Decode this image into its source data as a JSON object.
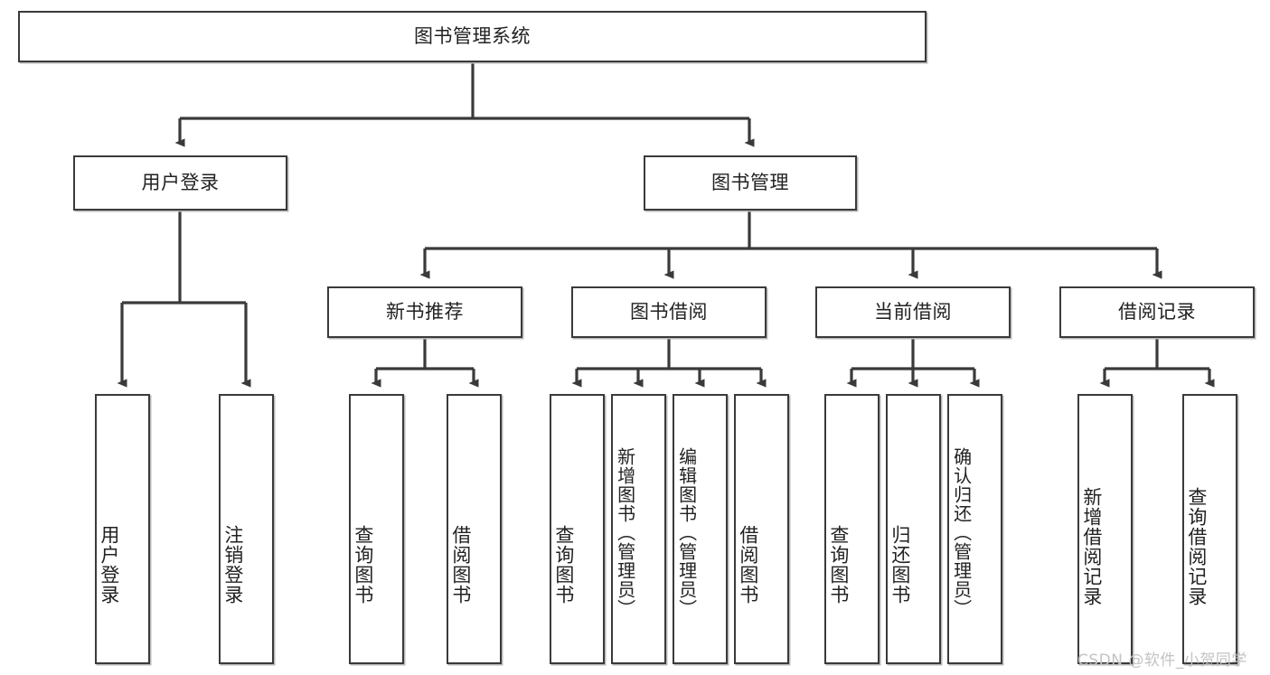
{
  "diagram": {
    "type": "tree-hierarchy",
    "title": "图书管理系统",
    "root": {
      "id": "root",
      "label": "图书管理系统",
      "shape": "rect-horizontal"
    },
    "level2": [
      {
        "id": "user-login",
        "label": "用户登录",
        "shape": "rect-horizontal"
      },
      {
        "id": "book-manage",
        "label": "图书管理",
        "shape": "rect-horizontal"
      }
    ],
    "level3": [
      {
        "id": "new-book-rec",
        "label": "新书推荐",
        "shape": "rect-horizontal",
        "parent": "book-manage"
      },
      {
        "id": "book-borrow",
        "label": "图书借阅",
        "shape": "rect-horizontal",
        "parent": "book-manage"
      },
      {
        "id": "current-borrow",
        "label": "当前借阅",
        "shape": "rect-horizontal",
        "parent": "book-manage"
      },
      {
        "id": "borrow-record",
        "label": "借阅记录",
        "shape": "rect-horizontal",
        "parent": "book-manage"
      }
    ],
    "leaves": [
      {
        "id": "leaf-user-login",
        "label": "用户登录",
        "parent": "user-login",
        "shape": "rect-vertical"
      },
      {
        "id": "leaf-user-logout",
        "label": "注销登录",
        "parent": "user-login",
        "shape": "rect-vertical"
      },
      {
        "id": "leaf-query-book-1",
        "label": "查询图书",
        "parent": "new-book-rec",
        "shape": "rect-vertical"
      },
      {
        "id": "leaf-borrow-book-1",
        "label": "借阅图书",
        "parent": "new-book-rec",
        "shape": "rect-vertical"
      },
      {
        "id": "leaf-query-book-2",
        "label": "查询图书",
        "parent": "book-borrow",
        "shape": "rect-vertical"
      },
      {
        "id": "leaf-add-book",
        "label": "新增图书（管理员）",
        "parent": "book-borrow",
        "shape": "rect-vertical"
      },
      {
        "id": "leaf-edit-book",
        "label": "编辑图书（管理员）",
        "parent": "book-borrow",
        "shape": "rect-vertical"
      },
      {
        "id": "leaf-borrow-book-2",
        "label": "借阅图书",
        "parent": "book-borrow",
        "shape": "rect-vertical"
      },
      {
        "id": "leaf-query-book-3",
        "label": "查询图书",
        "parent": "current-borrow",
        "shape": "rect-vertical"
      },
      {
        "id": "leaf-return-book",
        "label": "归还图书",
        "parent": "current-borrow",
        "shape": "rect-vertical"
      },
      {
        "id": "leaf-confirm-return",
        "label": "确认归还（管理员）",
        "parent": "current-borrow",
        "shape": "rect-vertical"
      },
      {
        "id": "leaf-add-record",
        "label": "新增借阅记录",
        "parent": "borrow-record",
        "shape": "rect-vertical"
      },
      {
        "id": "leaf-query-record",
        "label": "查询借阅记录",
        "parent": "borrow-record",
        "shape": "rect-vertical"
      }
    ]
  },
  "watermark": {
    "text": "CSDN @软件_小贺同学"
  },
  "colors": {
    "stroke": "#3a3a3a",
    "text": "#222222",
    "background": "#ffffff",
    "watermark": "#c3c3c3",
    "shadow": "#b9b9b9"
  }
}
